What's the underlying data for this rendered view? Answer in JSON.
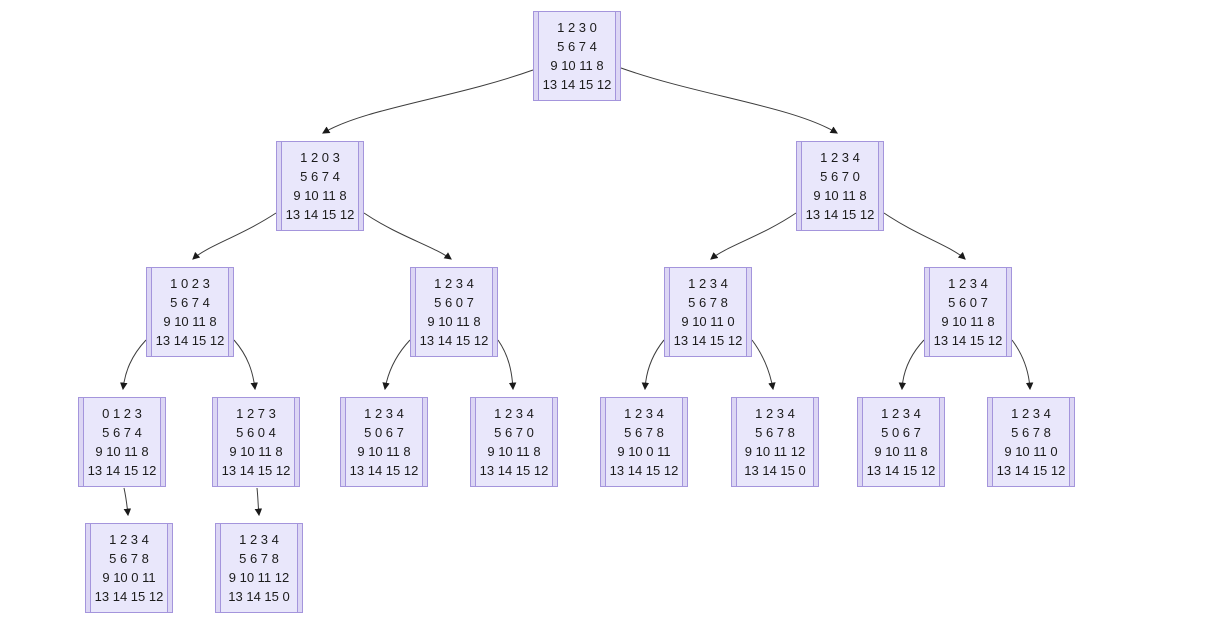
{
  "diagram": {
    "type": "tree",
    "description": "15-puzzle state-space search tree",
    "levels": 5,
    "node_count": 17,
    "colors": {
      "node_fill": "#e9e7fb",
      "node_side_strip": "#dcd6f4",
      "node_border": "#a495dc",
      "edge": "#3c3c3c",
      "arrowhead": "#1a1a1a",
      "text": "#1c1c1c",
      "background": "#ffffff"
    }
  },
  "nodes": [
    {
      "id": "root",
      "rows": [
        "1 2 3 0",
        "5 6 7 4",
        "9 10 11 8",
        "13 14 15 12"
      ]
    },
    {
      "id": "l2-left",
      "rows": [
        "1 2 0 3",
        "5 6 7 4",
        "9 10 11 8",
        "13 14 15 12"
      ]
    },
    {
      "id": "l2-right",
      "rows": [
        "1 2 3 4",
        "5 6 7 0",
        "9 10 11 8",
        "13 14 15 12"
      ]
    },
    {
      "id": "l3-1",
      "rows": [
        "1 0 2 3",
        "5 6 7 4",
        "9 10 11 8",
        "13 14 15 12"
      ]
    },
    {
      "id": "l3-2",
      "rows": [
        "1 2 3 4",
        "5 6 0 7",
        "9 10 11 8",
        "13 14 15 12"
      ]
    },
    {
      "id": "l3-3",
      "rows": [
        "1 2 3 4",
        "5 6 7 8",
        "9 10 11 0",
        "13 14 15 12"
      ]
    },
    {
      "id": "l3-4",
      "rows": [
        "1 2 3 4",
        "5 6 0 7",
        "9 10 11 8",
        "13 14 15 12"
      ]
    },
    {
      "id": "l4-1",
      "rows": [
        "0 1 2 3",
        "5 6 7 4",
        "9 10 11 8",
        "13 14 15 12"
      ]
    },
    {
      "id": "l4-2",
      "rows": [
        "1 2 7 3",
        "5 6 0 4",
        "9 10 11 8",
        "13 14 15 12"
      ]
    },
    {
      "id": "l4-3",
      "rows": [
        "1 2 3 4",
        "5 0 6 7",
        "9 10 11 8",
        "13 14 15 12"
      ]
    },
    {
      "id": "l4-4",
      "rows": [
        "1 2 3 4",
        "5 6 7 0",
        "9 10 11 8",
        "13 14 15 12"
      ]
    },
    {
      "id": "l4-5",
      "rows": [
        "1 2 3 4",
        "5 6 7 8",
        "9 10 0 11",
        "13 14 15 12"
      ]
    },
    {
      "id": "l4-6",
      "rows": [
        "1 2 3 4",
        "5 6 7 8",
        "9 10 11 12",
        "13 14 15 0"
      ]
    },
    {
      "id": "l4-7",
      "rows": [
        "1 2 3 4",
        "5 0 6 7",
        "9 10 11 8",
        "13 14 15 12"
      ]
    },
    {
      "id": "l4-8",
      "rows": [
        "1 2 3 4",
        "5 6 7 8",
        "9 10 11 0",
        "13 14 15 12"
      ]
    },
    {
      "id": "l5-1",
      "rows": [
        "1 2 3 4",
        "5 6 7 8",
        "9 10 0 11",
        "13 14 15 12"
      ]
    },
    {
      "id": "l5-2",
      "rows": [
        "1 2 3 4",
        "5 6 7 8",
        "9 10 11 12",
        "13 14 15 0"
      ]
    }
  ]
}
